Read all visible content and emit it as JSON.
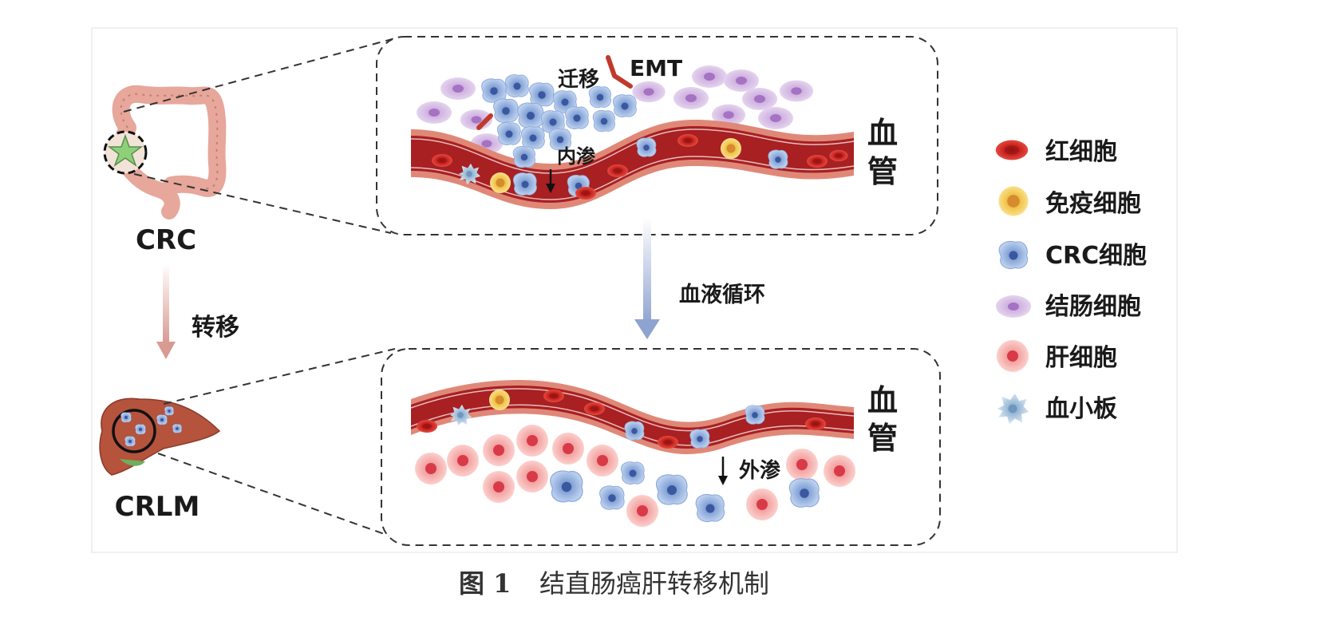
{
  "labels": {
    "crc": "CRC",
    "crlm": "CRLM",
    "metastasis": "转移",
    "migration": "迁移",
    "emt": "EMT",
    "intravasation": "内渗",
    "extravasation": "外渗",
    "circulation": "血液循环",
    "vessel_top_1": "血",
    "vessel_top_2": "管",
    "vessel_bottom_1": "血",
    "vessel_bottom_2": "管"
  },
  "legend": [
    {
      "label": "红细胞",
      "icon": "red-blood-cell-icon",
      "color": "#c8201e"
    },
    {
      "label": "免疫细胞",
      "icon": "immune-cell-icon",
      "color": "#f2c23c"
    },
    {
      "label": "CRC细胞",
      "icon": "crc-cell-icon",
      "color": "#7d9fd6"
    },
    {
      "label": "结肠细胞",
      "icon": "colon-cell-icon",
      "color": "#c8a6d8"
    },
    {
      "label": "肝细胞",
      "icon": "hepatocyte-icon",
      "color": "#f4a5a0"
    },
    {
      "label": "血小板",
      "icon": "platelet-icon",
      "color": "#b9d2e6"
    }
  ],
  "caption": {
    "number": "图 1",
    "title": "结直肠癌肝转移机制"
  }
}
